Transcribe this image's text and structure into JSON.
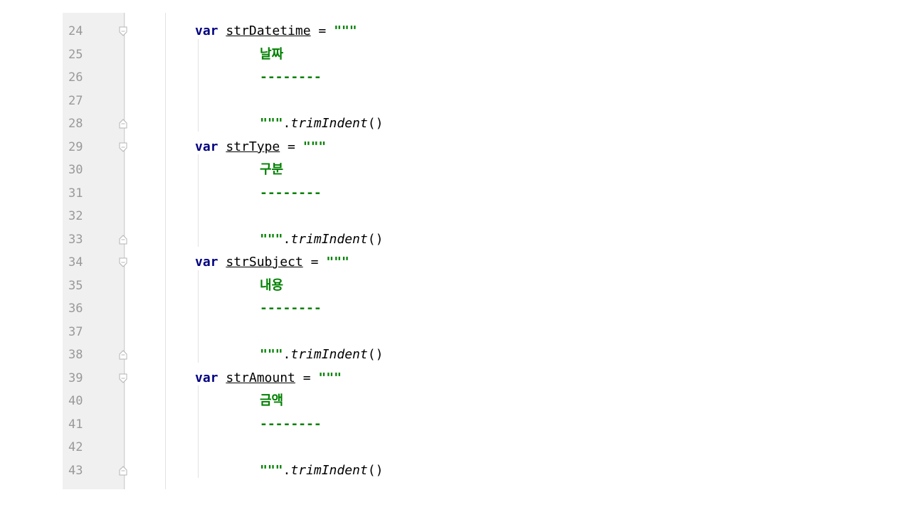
{
  "editor": {
    "lines": [
      {
        "n": "24",
        "kind": "decl",
        "kw": "var",
        "name": "strDatetime",
        "eq": " = ",
        "open": "\"\"\"",
        "fold": "open"
      },
      {
        "n": "25",
        "kind": "text",
        "text": "날짜"
      },
      {
        "n": "26",
        "kind": "text",
        "text": "--------"
      },
      {
        "n": "27",
        "kind": "empty"
      },
      {
        "n": "28",
        "kind": "close",
        "quote": "\"\"\"",
        "dot": ".",
        "fn": "trimIndent",
        "paren": "()",
        "fold": "close"
      },
      {
        "n": "29",
        "kind": "decl",
        "kw": "var",
        "name": "strType",
        "eq": " = ",
        "open": "\"\"\"",
        "fold": "open"
      },
      {
        "n": "30",
        "kind": "text",
        "text": "구분"
      },
      {
        "n": "31",
        "kind": "text",
        "text": "--------"
      },
      {
        "n": "32",
        "kind": "empty"
      },
      {
        "n": "33",
        "kind": "close",
        "quote": "\"\"\"",
        "dot": ".",
        "fn": "trimIndent",
        "paren": "()",
        "fold": "close"
      },
      {
        "n": "34",
        "kind": "decl",
        "kw": "var",
        "name": "strSubject",
        "eq": " = ",
        "open": "\"\"\"",
        "fold": "open"
      },
      {
        "n": "35",
        "kind": "text",
        "text": "내용"
      },
      {
        "n": "36",
        "kind": "text",
        "text": "--------"
      },
      {
        "n": "37",
        "kind": "empty"
      },
      {
        "n": "38",
        "kind": "close",
        "quote": "\"\"\"",
        "dot": ".",
        "fn": "trimIndent",
        "paren": "()",
        "fold": "close"
      },
      {
        "n": "39",
        "kind": "decl",
        "kw": "var",
        "name": "strAmount",
        "eq": " = ",
        "open": "\"\"\"",
        "fold": "open"
      },
      {
        "n": "40",
        "kind": "text",
        "text": "금액"
      },
      {
        "n": "41",
        "kind": "text",
        "text": "--------"
      },
      {
        "n": "42",
        "kind": "empty"
      },
      {
        "n": "43",
        "kind": "close",
        "quote": "\"\"\"",
        "dot": ".",
        "fn": "trimIndent",
        "paren": "()",
        "fold": "close"
      }
    ]
  },
  "colors": {
    "keyword": "#000080",
    "string": "#008000",
    "line_number": "#999999",
    "gutter": "#f0f0f0"
  },
  "icons": {
    "fold_open": "fold-open-icon",
    "fold_close": "fold-close-icon"
  }
}
